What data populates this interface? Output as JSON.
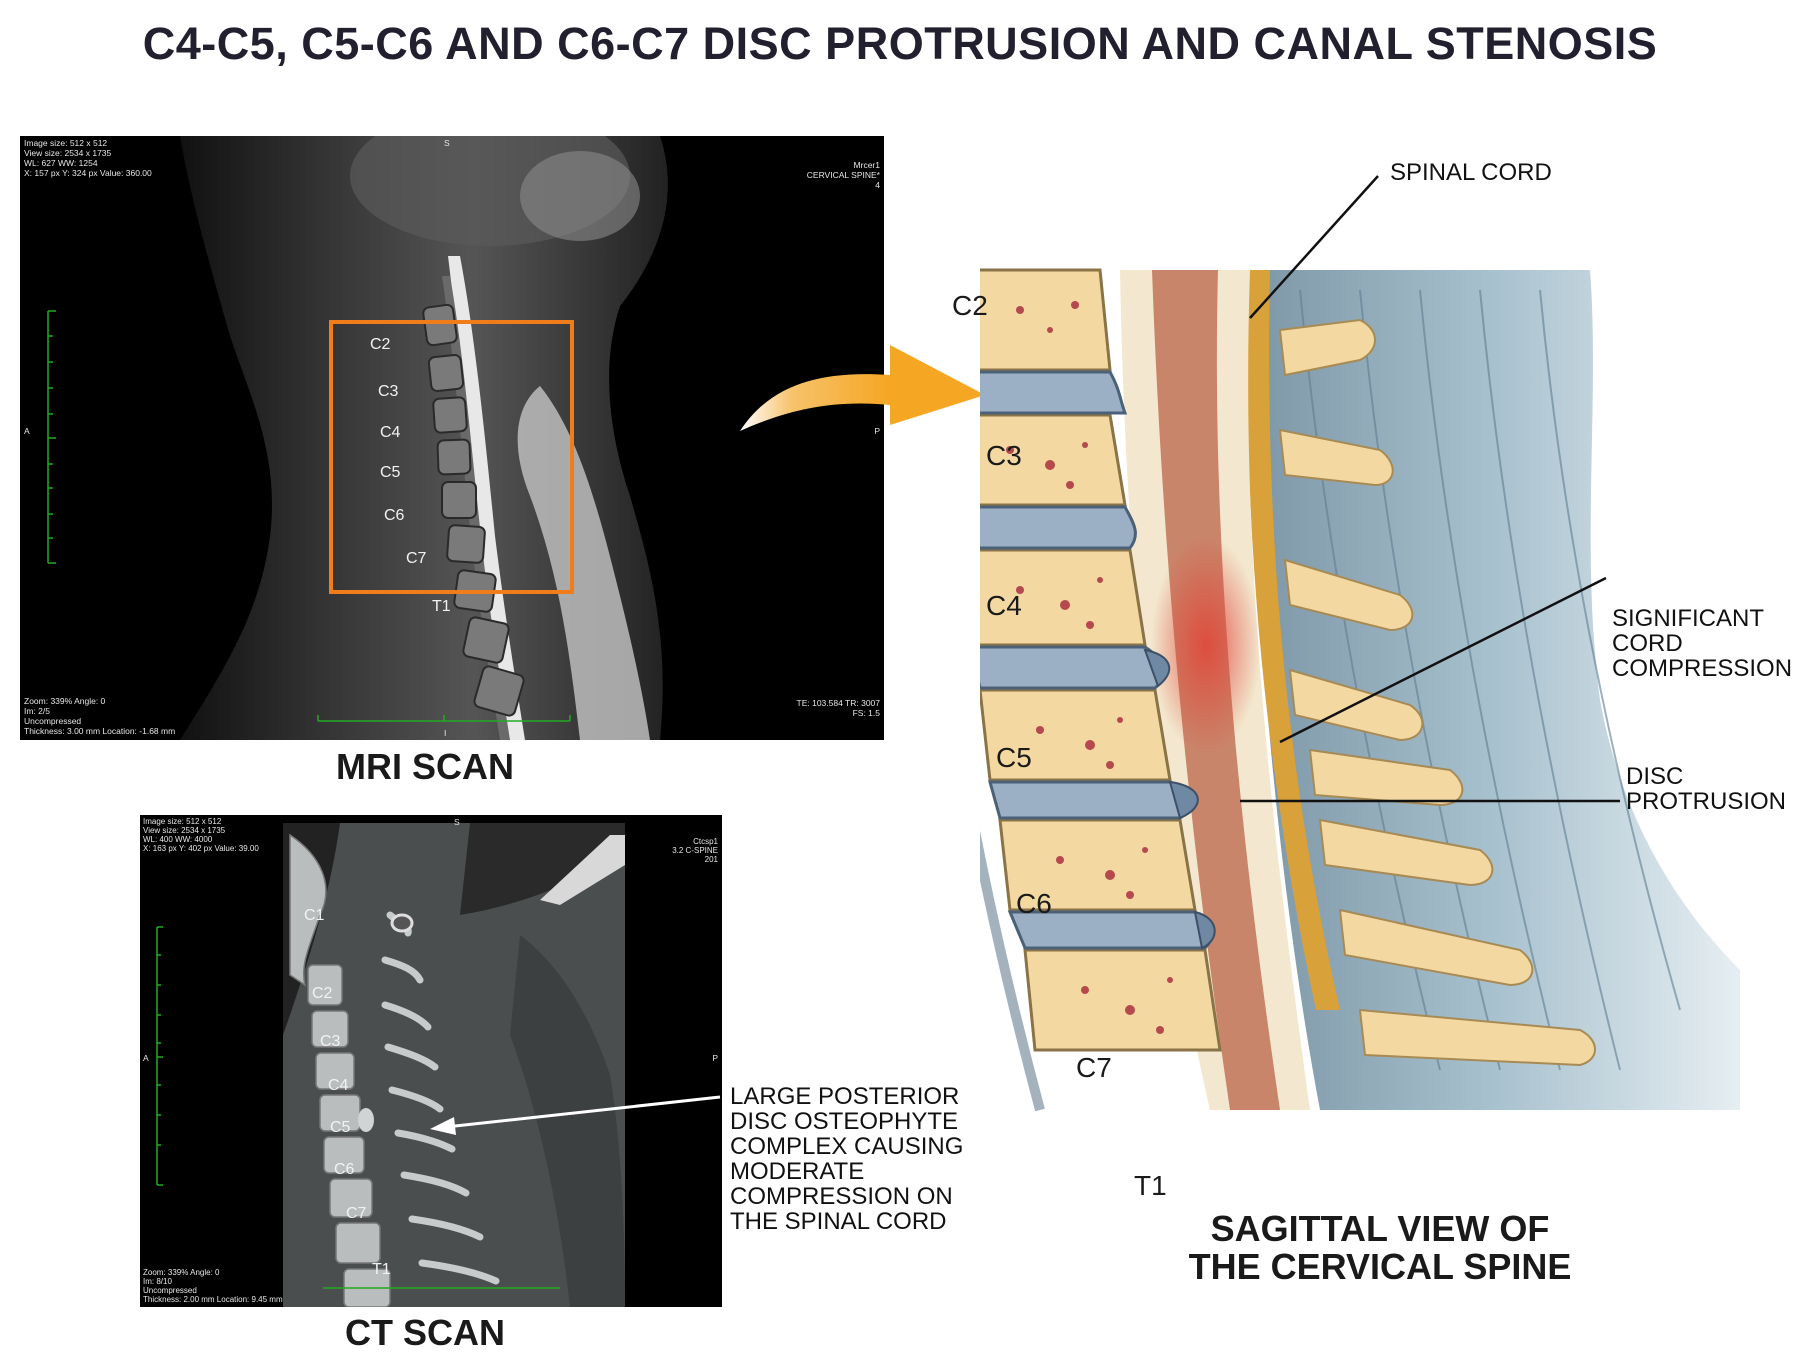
{
  "title": "C4-C5, C5-C6 AND C6-C7 DISC PROTRUSION AND CANAL STENOSIS",
  "mri": {
    "caption": "MRI SCAN",
    "meta_top_left": "Image size: 512 x 512\nView size: 2534 x 1735\nWL: 627 WW: 1254\nX: 157 px Y: 324 px Value: 360.00",
    "meta_top_right": "Mrcer1\nCERVICAL SPINE*\n4",
    "meta_bottom_left": "Zoom: 339% Angle: 0\nIm: 2/5\nUncompressed\nThickness: 3.00 mm Location: -1.68 mm",
    "meta_bottom_right": "TE: 103.584 TR: 3007\nFS: 1.5",
    "orient_top": "S",
    "orient_left": "A",
    "orient_right": "P",
    "orient_bottom": "I",
    "vertebrae": [
      "C2",
      "C3",
      "C4",
      "C5",
      "C6",
      "C7",
      "T1"
    ],
    "box_color": "#f07d1a"
  },
  "ct": {
    "caption": "CT SCAN",
    "meta_top_left": "Image size: 512 x 512\nView size: 2534 x 1735\nWL: 400 WW: 4000\nX: 163 px Y: 402 px Value: 39.00",
    "meta_top_right": "Ctcsp1\n3.2 C-SPINE\n201",
    "meta_bottom_left": "Zoom: 339% Angle: 0\nIm: 8/10\nUncompressed\nThickness: 2.00 mm Location: 9.45 mm",
    "orient_top": "S",
    "orient_left": "A",
    "orient_right": "P",
    "vertebrae": [
      "C1",
      "C2",
      "C3",
      "C4",
      "C5",
      "C6",
      "C7",
      "T1"
    ],
    "callout": "LARGE POSTERIOR\nDISC OSTEOPHYTE\nCOMPLEX CAUSING\nMODERATE\nCOMPRESSION ON\nTHE SPINAL CORD"
  },
  "illustration": {
    "caption_line1": "SAGITTAL VIEW OF",
    "caption_line2": "THE CERVICAL SPINE",
    "vertebrae": [
      "C2",
      "C3",
      "C4",
      "C5",
      "C6",
      "C7",
      "T1"
    ],
    "label_spinal_cord": "SPINAL CORD",
    "label_cord_compression": "SIGNIFICANT\nCORD\nCOMPRESSION",
    "label_disc_protrusion": "DISC\nPROTRUSION",
    "arrow_color": "#f5a623"
  }
}
